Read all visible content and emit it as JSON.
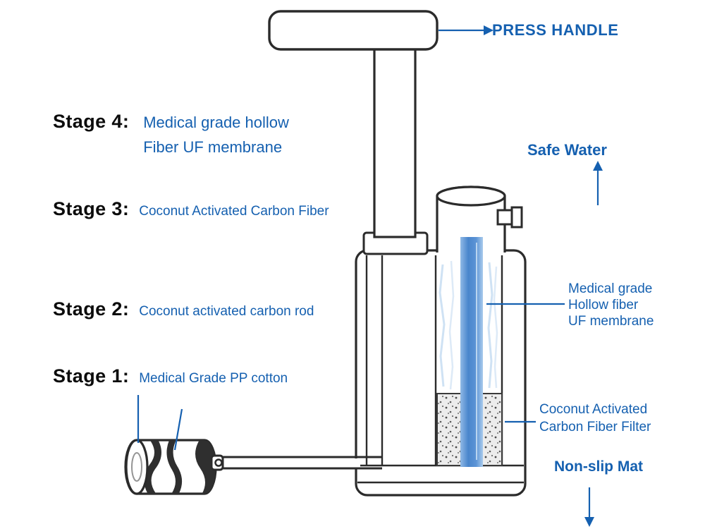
{
  "colors": {
    "accent_blue": "#1560b0",
    "outline_ink": "#2b2b2b",
    "water_blue": "#4a86cc"
  },
  "callouts": {
    "press_handle": "PRESS HANDLE",
    "safe_water": "Safe Water",
    "uf_membrane_line1": "Medical grade",
    "uf_membrane_line2": "Hollow fiber",
    "uf_membrane_line3": "UF membrane",
    "carbon_filter_line1": "Coconut Activated",
    "carbon_filter_line2": "Carbon Fiber Filter",
    "non_slip_mat": "Non-slip Mat"
  },
  "stages": [
    {
      "label": "Stage 4:",
      "desc_line1": "Medical grade hollow",
      "desc_line2": "Fiber UF membrane"
    },
    {
      "label": "Stage 3:",
      "desc_line1": "Coconut Activated Carbon Fiber"
    },
    {
      "label": "Stage 2:",
      "desc_line1": "Coconut activated carbon rod"
    },
    {
      "label": "Stage 1:",
      "desc_line1": "Medical Grade PP cotton"
    }
  ]
}
